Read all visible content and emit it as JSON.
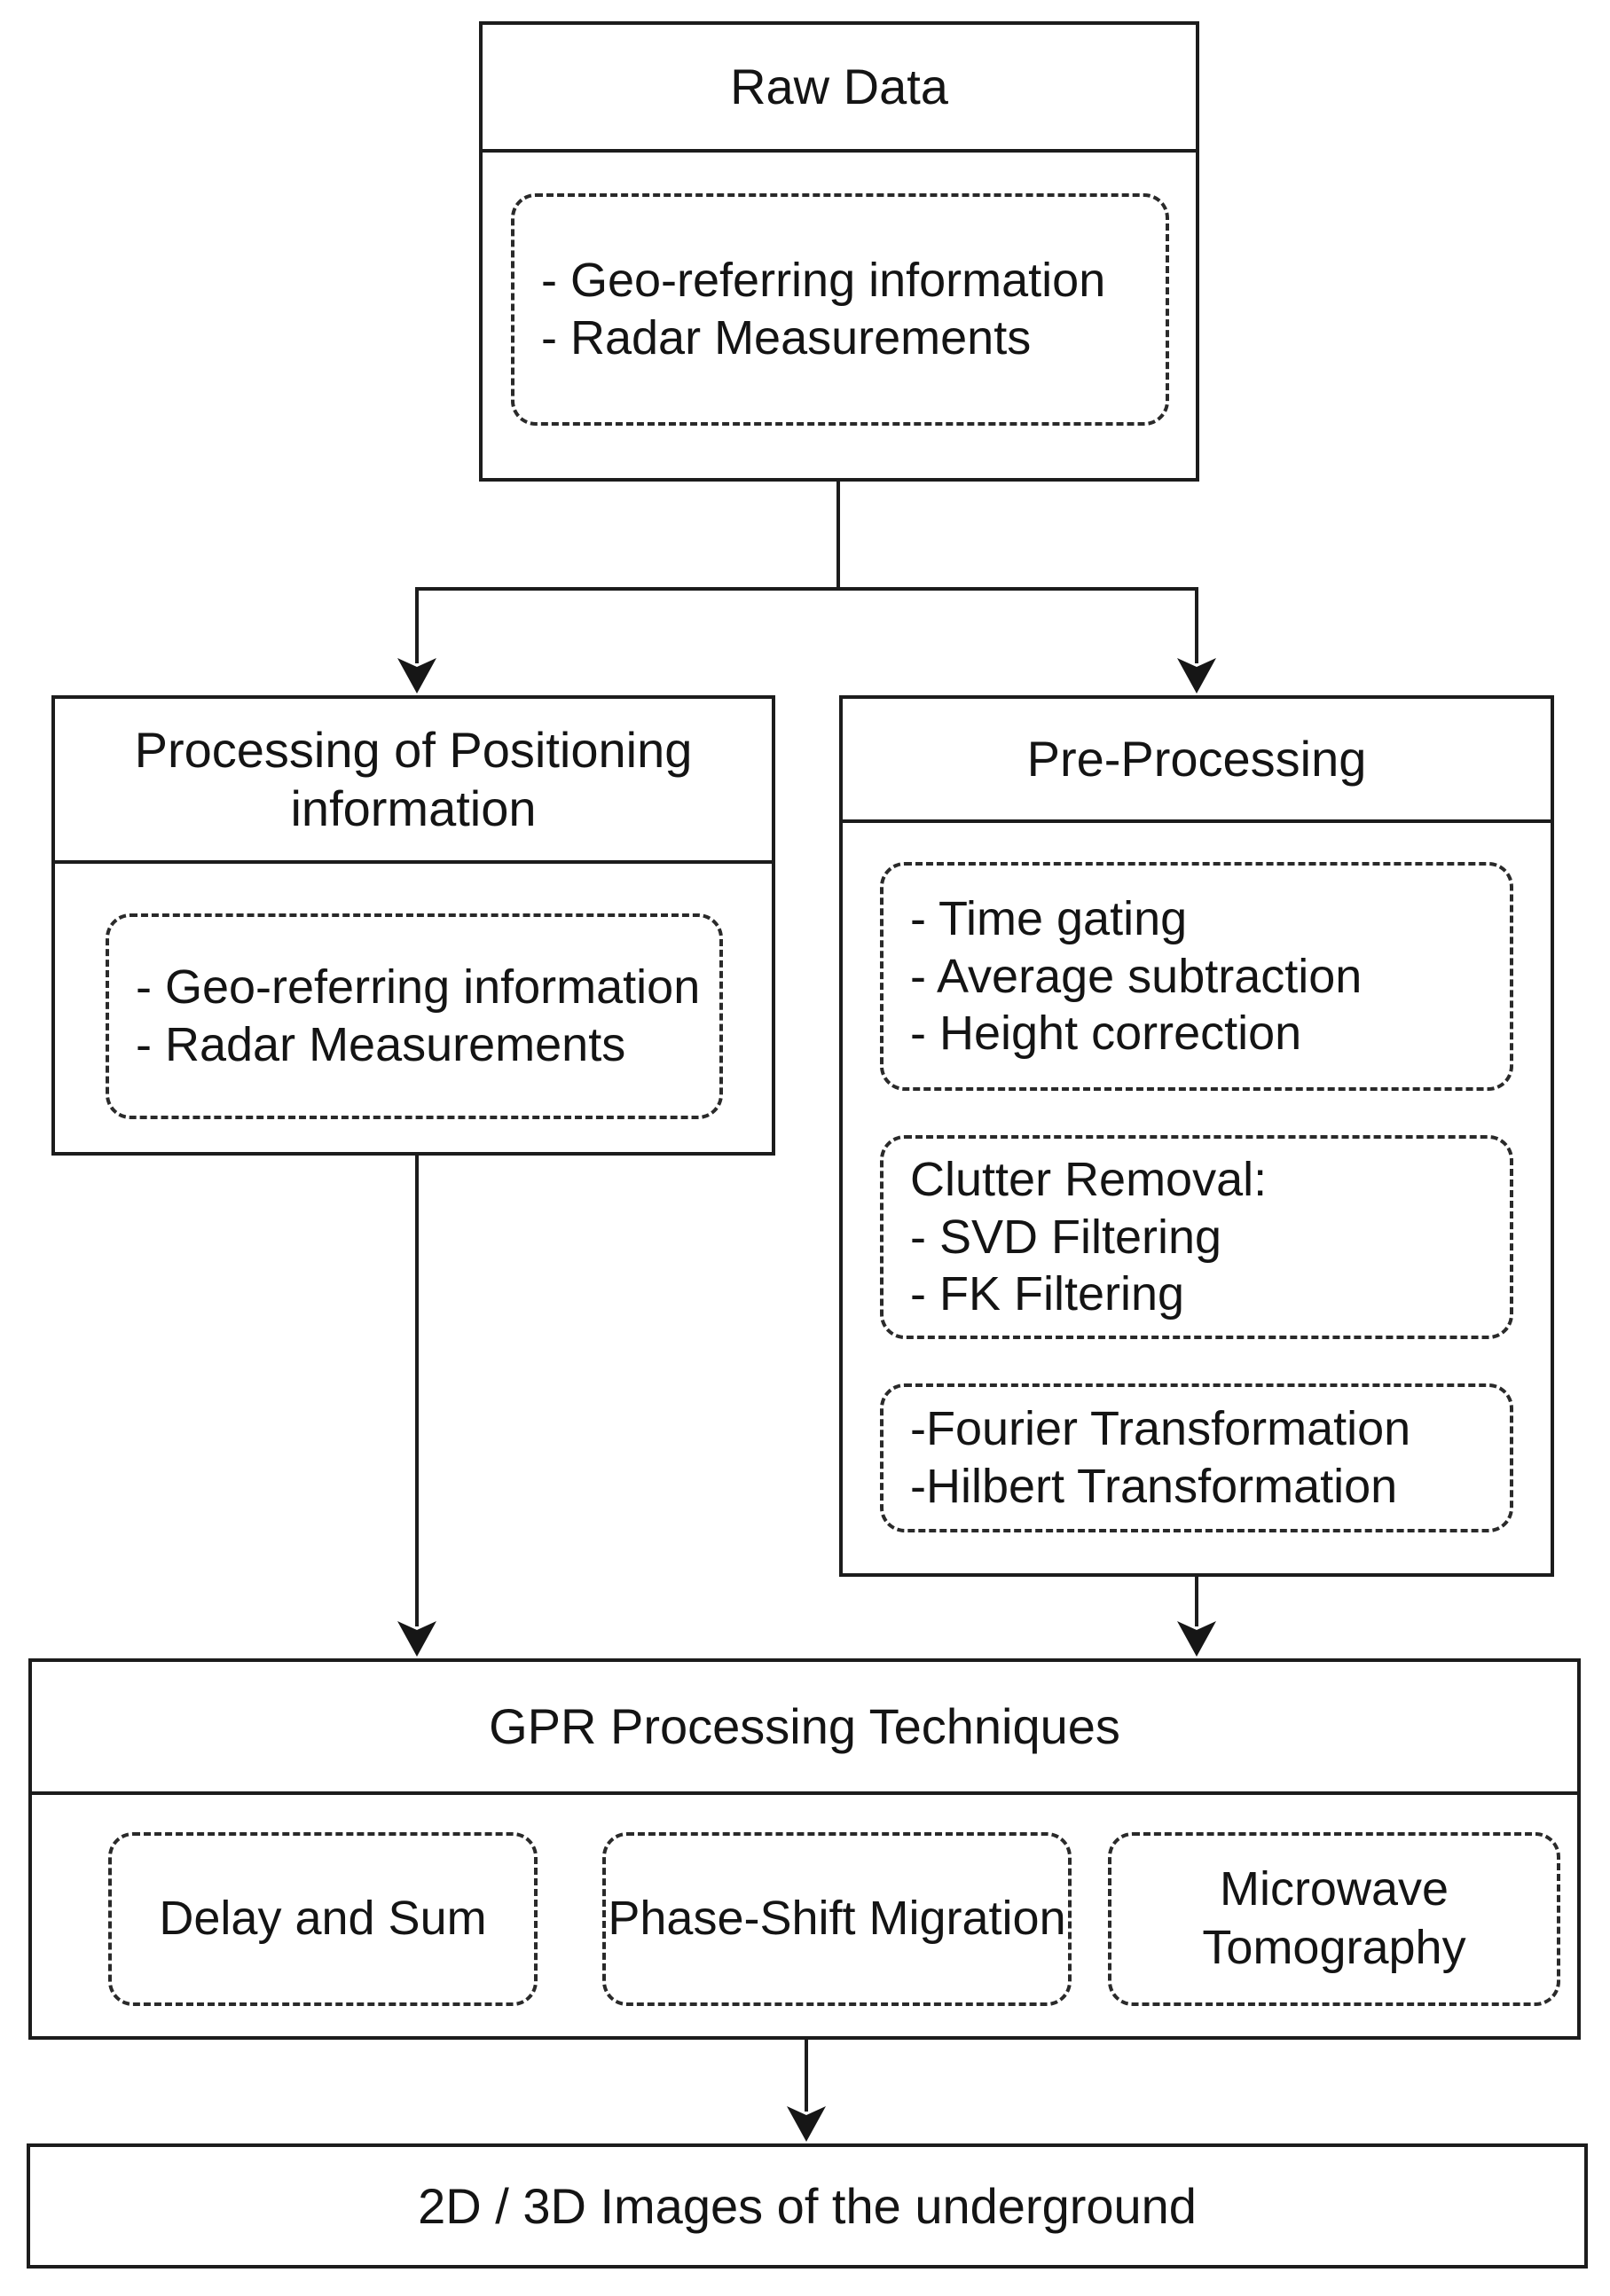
{
  "colors": {
    "line": "#1c1c1c",
    "dashed_border": "#2a2a2a",
    "background": "#ffffff",
    "text": "#141414"
  },
  "raw_data": {
    "title": "Raw Data",
    "items": [
      "- Geo-referring information",
      "- Radar Measurements"
    ]
  },
  "positioning": {
    "title": "Processing of Positioning information",
    "items": [
      "- Geo-referring information",
      "- Radar Measurements"
    ]
  },
  "preprocessing": {
    "title": "Pre-Processing",
    "groups": [
      {
        "lines": [
          "- Time gating",
          "- Average subtraction",
          "- Height correction"
        ]
      },
      {
        "lines": [
          "Clutter Removal:",
          "- SVD Filtering",
          "- FK Filtering"
        ]
      },
      {
        "lines": [
          "-Fourier Transformation",
          "-Hilbert Transformation"
        ]
      }
    ]
  },
  "gpr": {
    "title": "GPR Processing Techniques",
    "techniques": [
      "Delay and Sum",
      "Phase-Shift Migration",
      "Microwave Tomography"
    ]
  },
  "output_box": {
    "title": "2D / 3D Images of the underground"
  }
}
